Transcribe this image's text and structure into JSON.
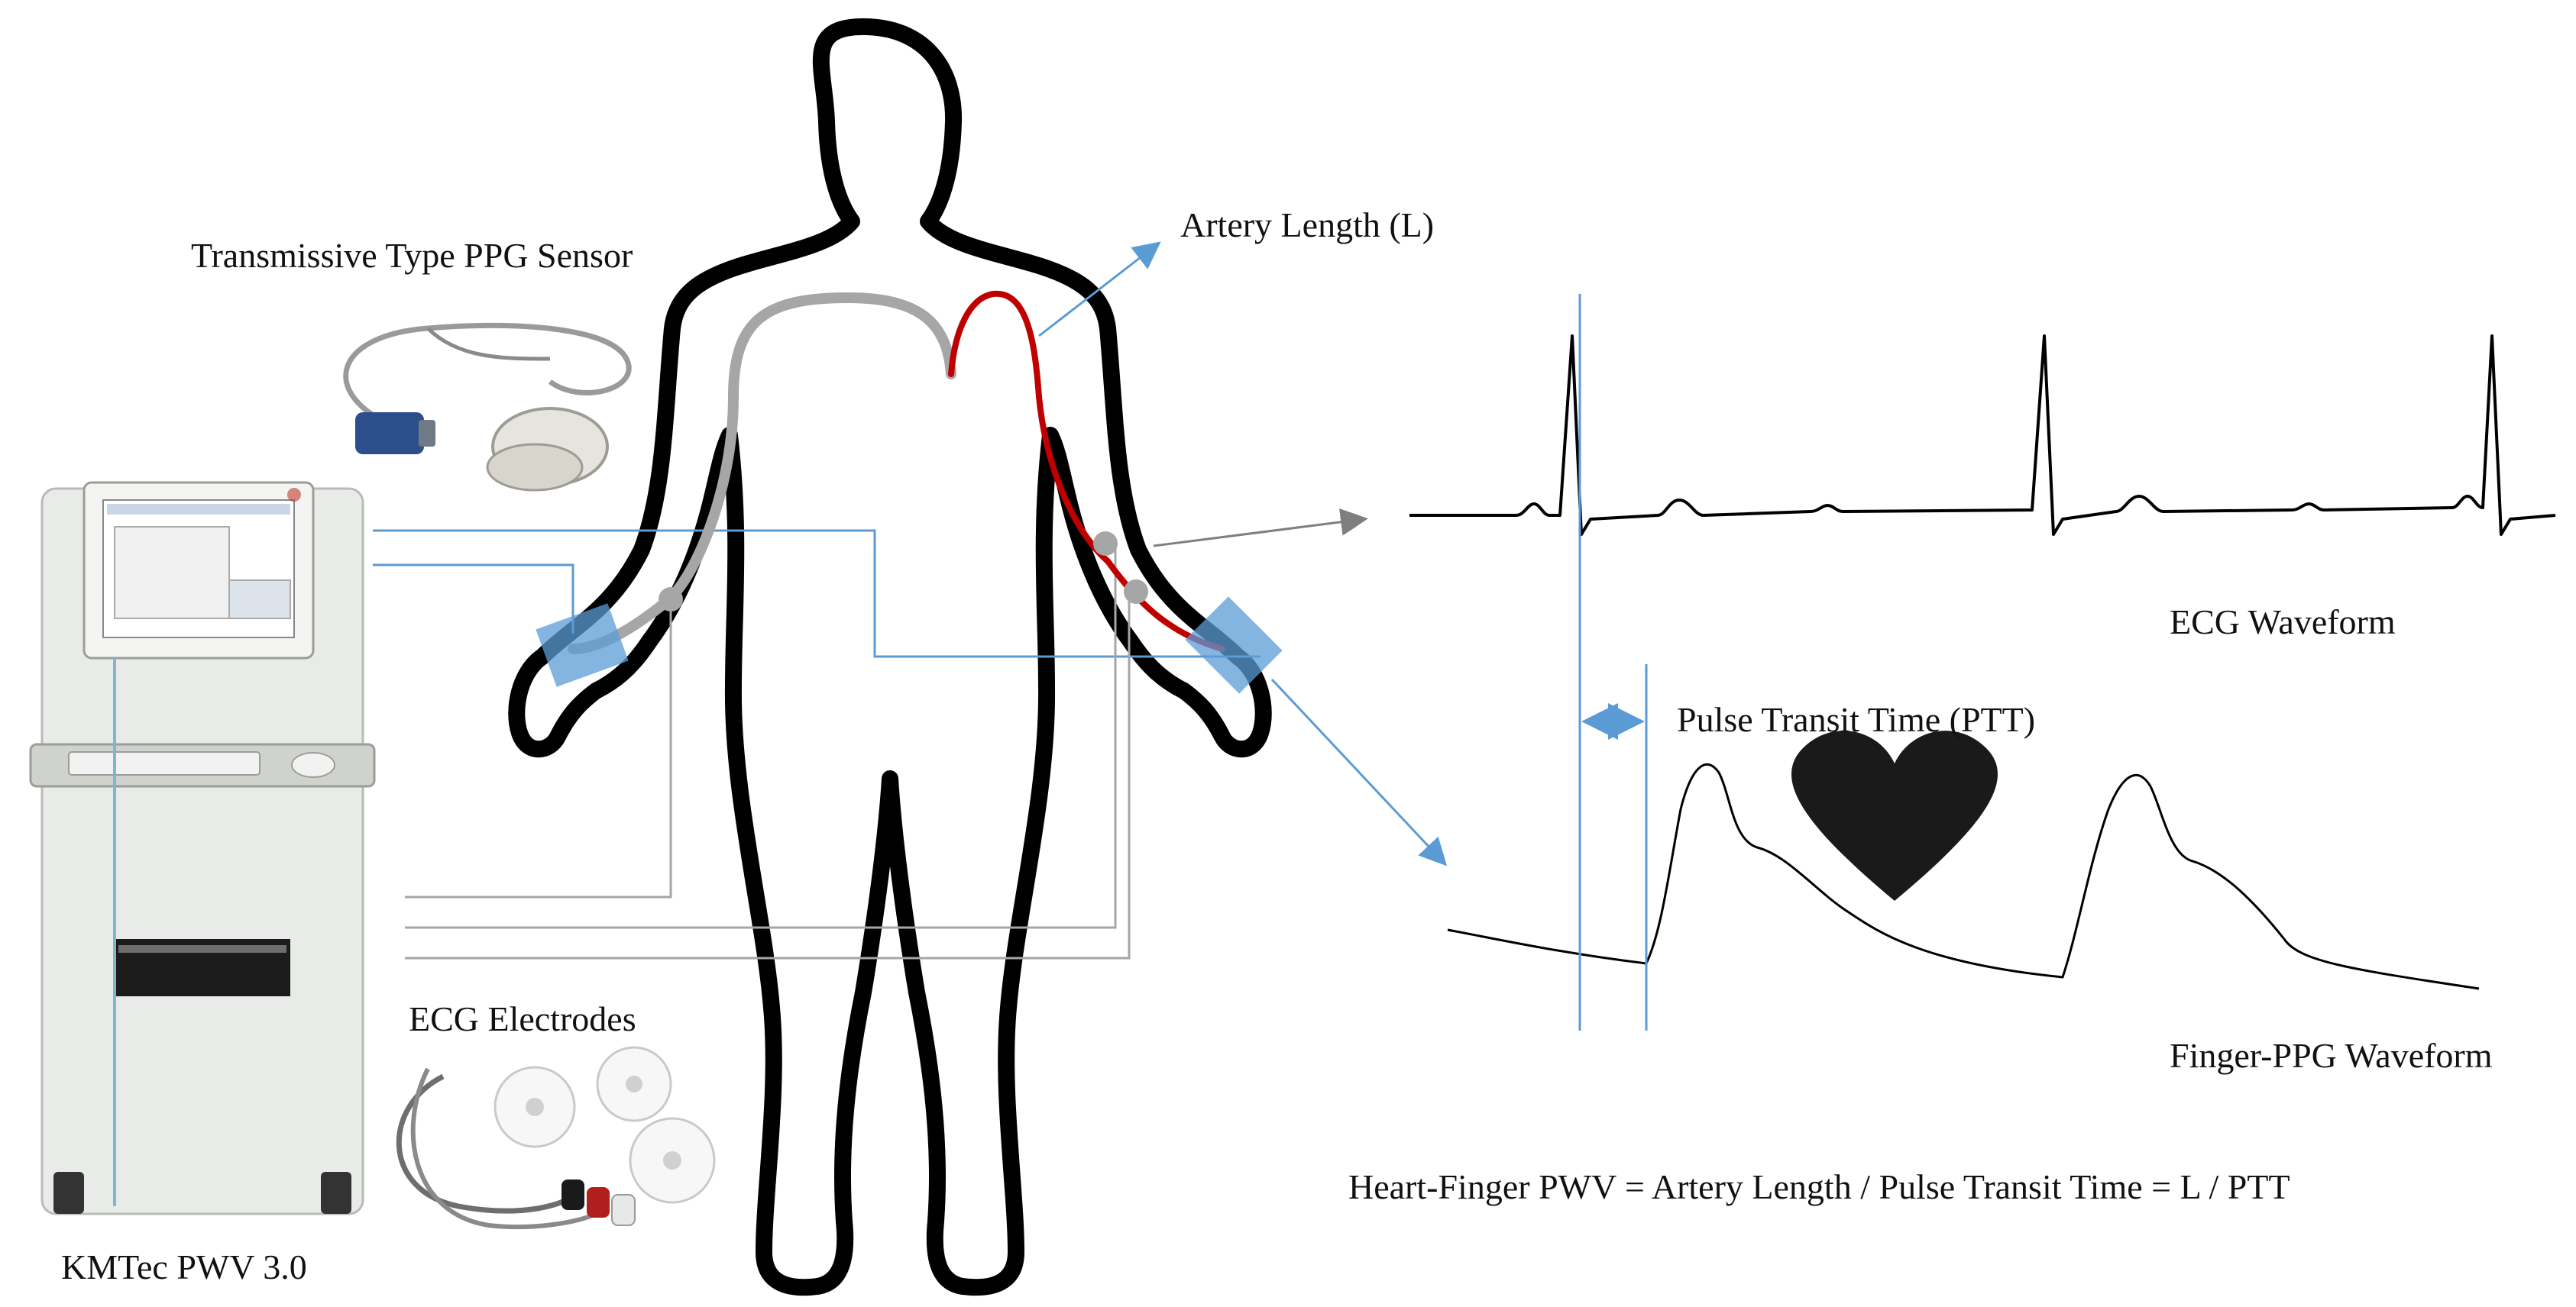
{
  "labels": {
    "ppg_sensor": "Transmissive Type PPG Sensor",
    "artery_length": "Artery Length (L)",
    "ecg_waveform": "ECG Waveform",
    "ptt": "Pulse Transit Time (PTT)",
    "ppg_waveform": "Finger-PPG Waveform",
    "ecg_electrodes": "ECG Electrodes",
    "device": "KMTec PWV 3.0",
    "formula": "Heart-Finger PWV = Artery Length / Pulse Transit Time = L / PTT"
  },
  "colors": {
    "body_outline": "#000000",
    "artery": "#c00000",
    "cable": "#a6a6a6",
    "guide_line": "#5b9bd5",
    "sensor_patch": "#5b9bd5",
    "heart": "#1a1a1a",
    "waveform": "#000000"
  },
  "icons": {
    "heart": "heart-icon",
    "ppg_sensor": "finger-clip-sensor-icon",
    "electrodes": "ecg-electrode-pads-icon",
    "device": "pwv-measurement-device-icon"
  }
}
